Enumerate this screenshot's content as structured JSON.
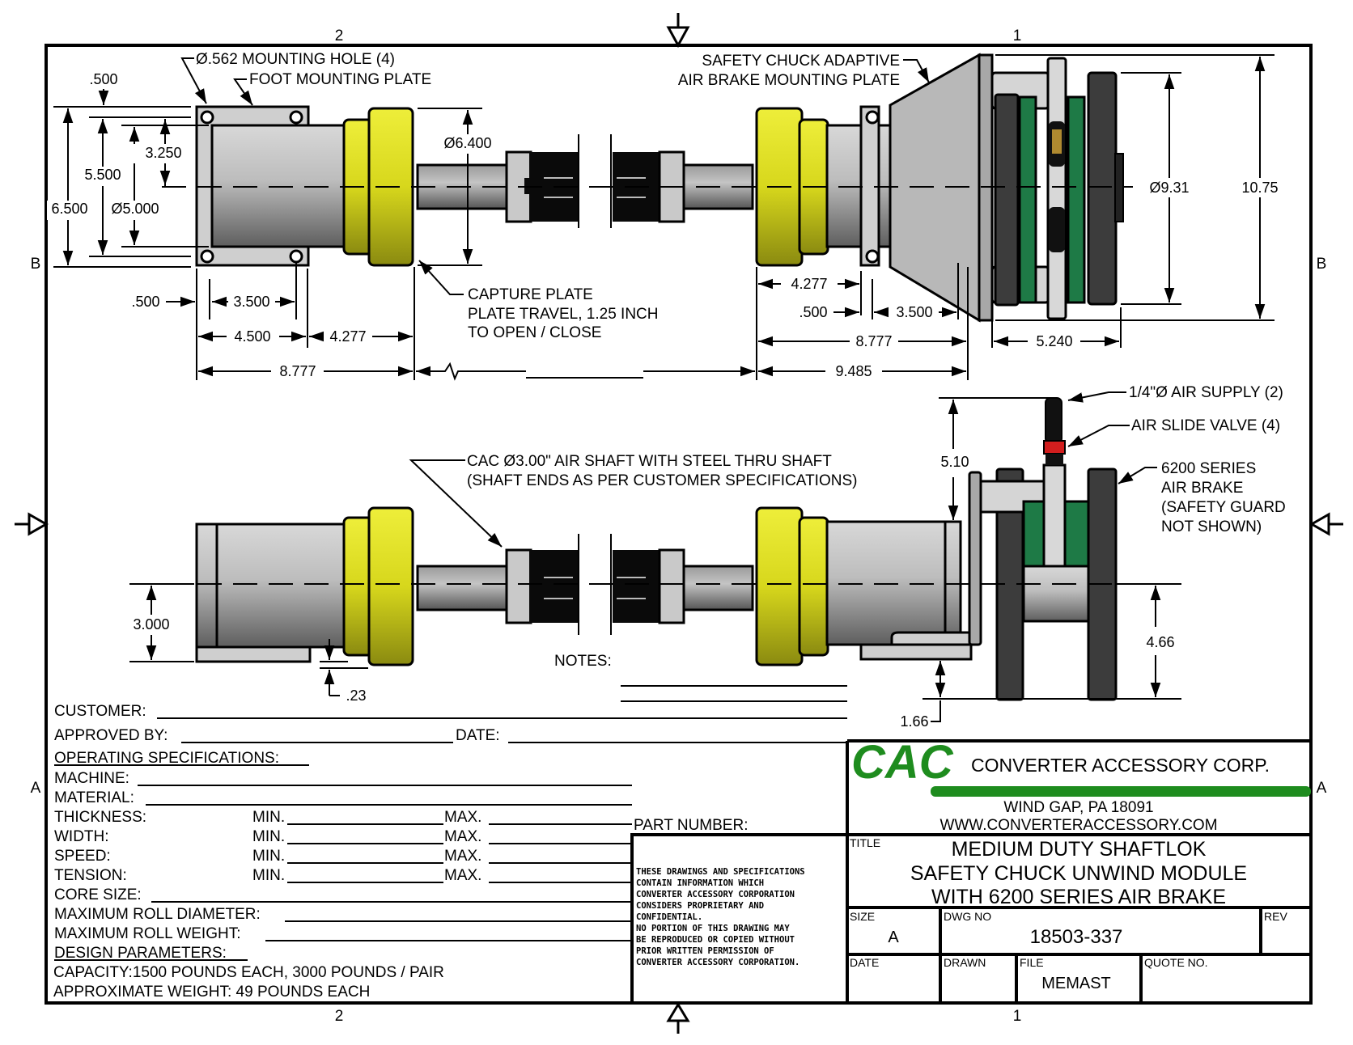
{
  "drawing": {
    "zones": {
      "top": [
        "2",
        "1"
      ],
      "bottom": [
        "2",
        "1"
      ],
      "left": [
        "B",
        "A"
      ],
      "right": [
        "B",
        "A"
      ]
    },
    "colors": {
      "chuck_yellow": "#e6e61e",
      "body_gray": "#b4b4b4",
      "brake_dark": "#3c3c3c",
      "brake_green": "#1e7a46",
      "valve_red": "#d21e1e",
      "logo_green": "#1e8c1e",
      "line": "#000000"
    },
    "top_view": {
      "callouts": {
        "mounting_hole": "Ø.562 MOUNTING HOLE (4)",
        "foot_plate": "FOOT MOUNTING PLATE",
        "adaptive_plate_1": "SAFETY CHUCK ADAPTIVE",
        "adaptive_plate_2": "AIR BRAKE MOUNTING PLATE",
        "capture_1": "CAPTURE PLATE",
        "capture_2": "PLATE TRAVEL, 1.25 INCH",
        "capture_3": "TO OPEN / CLOSE"
      },
      "dims": {
        "top_offset": ".500",
        "d3250": "3.250",
        "d5500": "5.500",
        "d6500": "6.500",
        "dia5000": "Ø5.000",
        "dia6400": "Ø6.400",
        "left_500": ".500",
        "left_3500": "3.500",
        "left_4500": "4.500",
        "left_4277": "4.277",
        "left_8777": "8.777",
        "right_4277": "4.277",
        "right_500": ".500",
        "right_3500": "3.500",
        "right_8777": "8.777",
        "right_9485": "9.485",
        "brake_5240": "5.240",
        "dia931": "Ø9.31",
        "h1075": "10.75"
      }
    },
    "side_view": {
      "callouts": {
        "air_shaft_1": "CAC Ø3.00\" AIR SHAFT WITH STEEL THRU SHAFT",
        "air_shaft_2": "(SHAFT ENDS AS PER CUSTOMER SPECIFICATIONS)",
        "air_supply": "1/4\"Ø AIR SUPPLY (2)",
        "slide_valve": "AIR SLIDE VALVE (4)",
        "brake_1": "6200 SERIES",
        "brake_2": "AIR BRAKE",
        "brake_3": "(SAFETY GUARD",
        "brake_4": "NOT SHOWN)"
      },
      "dims": {
        "h3000": "3.000",
        "d23": ".23",
        "h510": "5.10",
        "h466": "4.66",
        "h166": "1.66"
      },
      "notes_label": "NOTES:"
    }
  },
  "form": {
    "customer": "CUSTOMER:",
    "approved_by": "APPROVED BY:",
    "date": "DATE:",
    "operating_specs": "OPERATING SPECIFICATIONS:",
    "machine": "MACHINE:",
    "material": "MATERIAL:",
    "ranges": [
      {
        "label": "THICKNESS:",
        "min": "MIN.",
        "max": "MAX."
      },
      {
        "label": "WIDTH:",
        "min": "MIN.",
        "max": "MAX."
      },
      {
        "label": "SPEED:",
        "min": "MIN.",
        "max": "MAX."
      },
      {
        "label": "TENSION:",
        "min": "MIN.",
        "max": "MAX."
      }
    ],
    "core_size": "CORE SIZE:",
    "max_roll_diameter": "MAXIMUM ROLL DIAMETER:",
    "max_roll_weight": "MAXIMUM ROLL WEIGHT:",
    "design_params": "DESIGN PARAMETERS:",
    "capacity": "CAPACITY:1500 POUNDS EACH, 3000 POUNDS / PAIR",
    "approx_weight": "APPROXIMATE WEIGHT: 49 POUNDS EACH",
    "part_number": "PART NUMBER:"
  },
  "disclaimer": [
    "THESE DRAWINGS AND SPECIFICATIONS",
    "CONTAIN INFORMATION WHICH",
    "CONVERTER ACCESSORY CORPORATION",
    "CONSIDERS PROPRIETARY AND",
    "CONFIDENTIAL.",
    "NO PORTION OF THIS DRAWING MAY",
    "BE REPRODUCED OR COPIED WITHOUT",
    "PRIOR WRITTEN PERMISSION OF",
    "CONVERTER ACCESSORY CORPORATION."
  ],
  "title_block": {
    "logo": "CAC",
    "company": "CONVERTER ACCESSORY CORP.",
    "address": "WIND GAP, PA 18091",
    "website": "WWW.CONVERTERACCESSORY.COM",
    "title_label": "TITLE",
    "title_lines": [
      "MEDIUM DUTY SHAFTLOK",
      "SAFETY CHUCK UNWIND MODULE",
      "WITH 6200 SERIES AIR BRAKE"
    ],
    "size_label": "SIZE",
    "size": "A",
    "dwg_label": "DWG NO",
    "dwg_no": "18503-337",
    "rev_label": "REV",
    "rev": "",
    "date_label": "DATE",
    "drawn_label": "DRAWN",
    "file_label": "FILE",
    "file": "MEMAST",
    "quote_label": "QUOTE NO."
  }
}
